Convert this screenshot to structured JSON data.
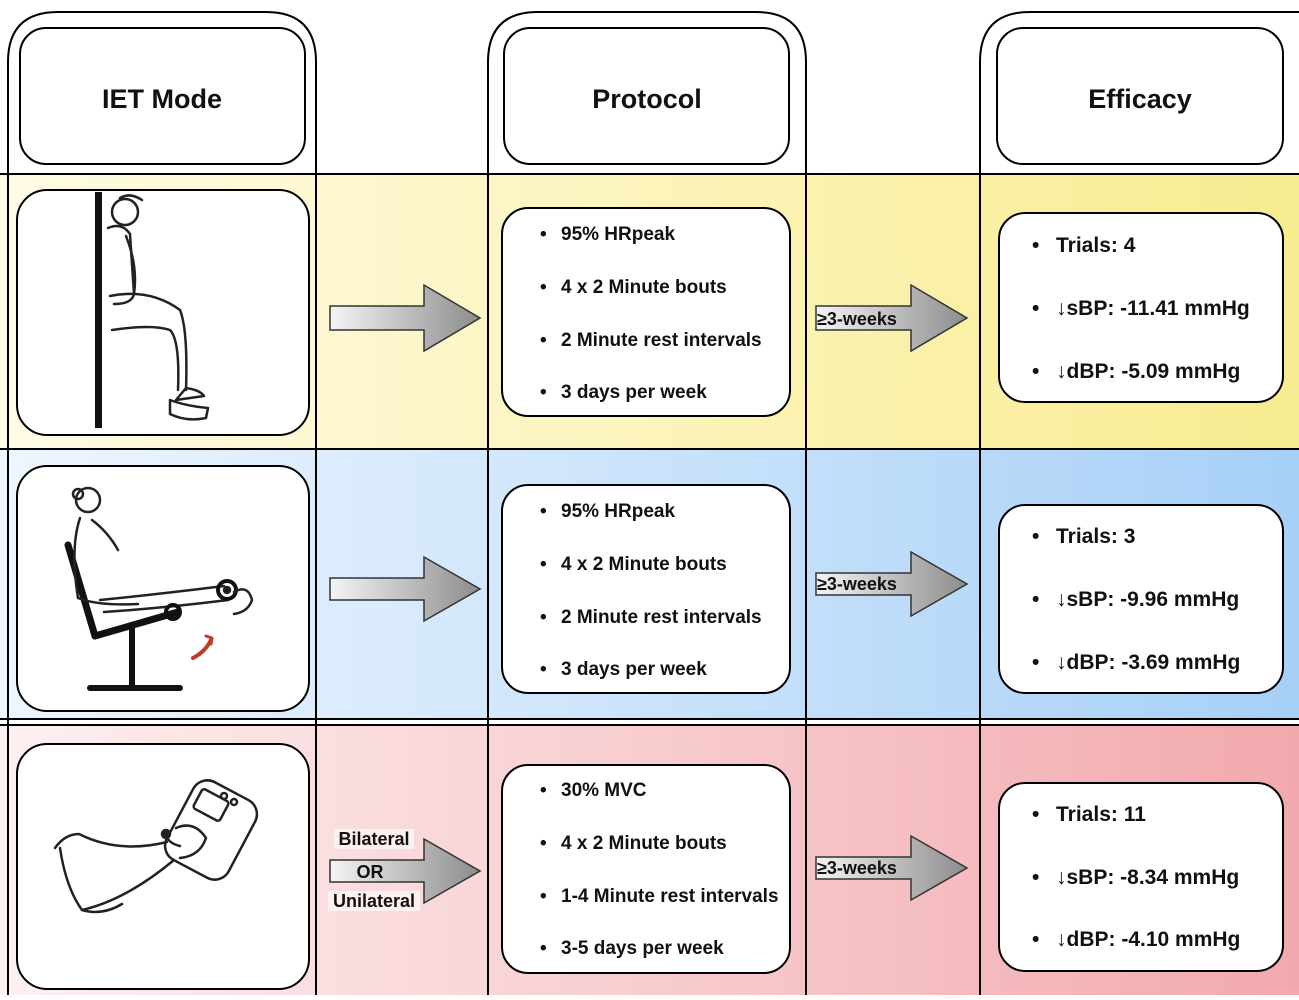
{
  "headers": {
    "mode": "IET Mode",
    "protocol": "Protocol",
    "efficacy": "Efficacy"
  },
  "rows": [
    {
      "id": "wall-squat",
      "tint": "#f8ec90",
      "mode_icon": "wall-squat-figure-icon",
      "protocol": [
        "95% HRpeak",
        "4 x 2 Minute bouts",
        "2 Minute rest intervals",
        "3 days per week"
      ],
      "duration": "≥3-weeks",
      "efficacy": [
        "Trials: 4",
        "↓sBP: -11.41 mmHg",
        "↓dBP: -5.09 mmHg"
      ]
    },
    {
      "id": "leg-extension",
      "tint": "#a7d0f7",
      "mode_icon": "leg-extension-figure-icon",
      "protocol": [
        "95% HRpeak",
        "4 x 2 Minute bouts",
        "2 Minute rest intervals",
        "3 days per week"
      ],
      "duration": "≥3-weeks",
      "efficacy": [
        "Trials: 3",
        "↓sBP: -9.96 mmHg",
        "↓dBP: -3.69 mmHg"
      ]
    },
    {
      "id": "handgrip",
      "tint": "#f2a9ad",
      "mode_icon": "handgrip-dynamometer-icon",
      "laterality": [
        "Bilateral",
        "OR",
        "Unilateral"
      ],
      "protocol": [
        "30% MVC",
        "4 x 2 Minute bouts",
        "1-4 Minute rest intervals",
        "3-5 days per week"
      ],
      "duration": "≥3-weeks",
      "efficacy": [
        "Trials: 11",
        "↓sBP:  -8.34 mmHg",
        "↓dBP:  -4.10 mmHg"
      ]
    }
  ]
}
